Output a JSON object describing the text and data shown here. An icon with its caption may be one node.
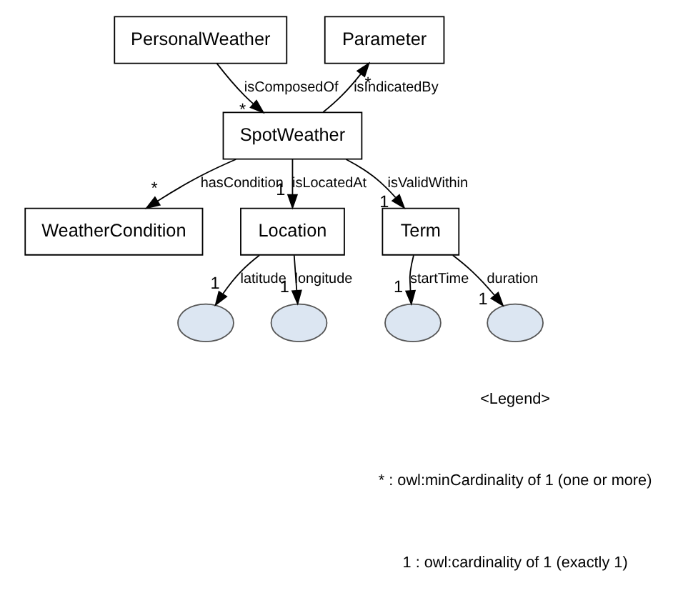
{
  "diagram": {
    "nodes": [
      {
        "text": [
          "PersonalWeather"
        ]
      },
      {
        "text": [
          "SpotWeather"
        ],
        "beside": [
          "*"
        ]
      },
      {
        "text": [
          "Parameter"
        ],
        "beside": [
          "*"
        ]
      },
      {
        "text": [
          "WeatherCondition"
        ],
        "beside": [
          "*"
        ]
      },
      {
        "text": [
          "Location"
        ],
        "beside": [
          "1"
        ]
      },
      {
        "text": [
          "Term"
        ],
        "beside": [
          "1"
        ]
      },
      {
        "text": [],
        "shape": "ellipse",
        "beside": [
          "1"
        ]
      },
      {
        "text": [],
        "shape": "ellipse",
        "beside": [
          "1"
        ]
      },
      {
        "text": [],
        "shape": "ellipse",
        "beside": [
          "1"
        ]
      },
      {
        "text": [],
        "shape": "ellipse",
        "beside": [
          "1"
        ]
      }
    ],
    "edges": [
      {
        "from": 0,
        "to": 1,
        "arrow": "to",
        "label": "isComposedOf"
      },
      {
        "from": 1,
        "to": 2,
        "arrow": "to",
        "label": "isIndicatedBy"
      },
      {
        "from": 1,
        "to": 3,
        "arrow": "to",
        "label": "hasCondition"
      },
      {
        "from": 1,
        "to": 4,
        "arrow": "to",
        "label": "isLocatedAt"
      },
      {
        "from": 1,
        "to": 5,
        "arrow": "to",
        "label": "isValidWithin"
      },
      {
        "from": 4,
        "to": 6,
        "arrow": "to",
        "label": "latitude"
      },
      {
        "from": 4,
        "to": 7,
        "arrow": "to",
        "label": "longitude"
      },
      {
        "from": 5,
        "to": 8,
        "arrow": "to",
        "label": "startTime"
      },
      {
        "from": 5,
        "to": 9,
        "arrow": "to",
        "label": "duration"
      }
    ],
    "labels": [
      "<Legend>",
      "* : owl:minCardinality of 1 (one or more)",
      "1 : owl:cardinality of 1 (exactly 1)"
    ]
  }
}
